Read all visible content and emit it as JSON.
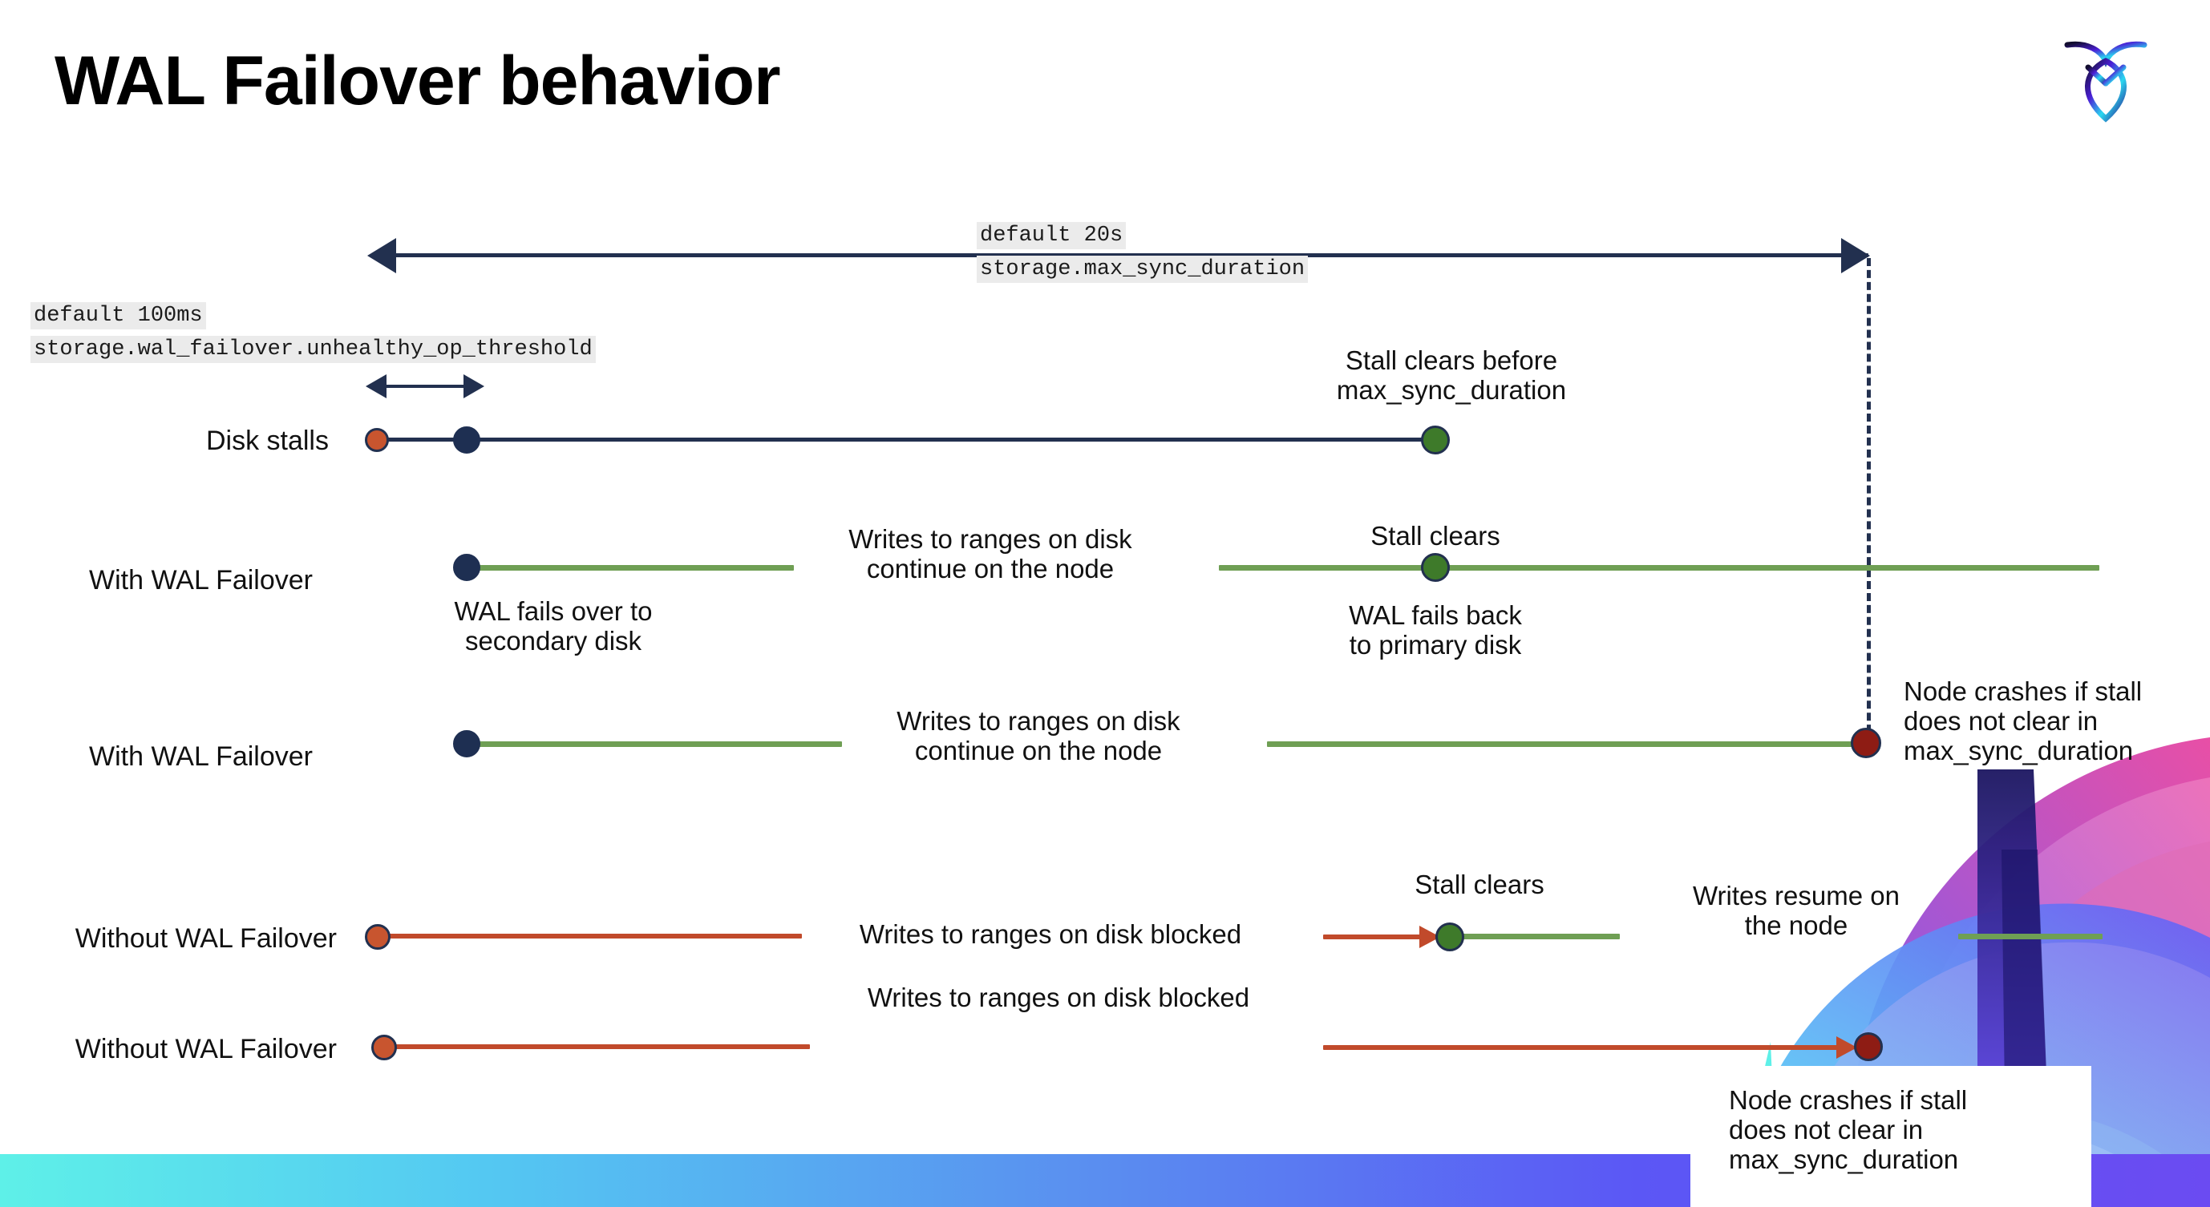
{
  "slide": {
    "title": "WAL Failover behavior",
    "logo_name": "cockroachdb-logo"
  },
  "settings": {
    "max_sync": {
      "default_line": "default 20s",
      "setting_line": "storage.max_sync_duration"
    },
    "unhealthy_threshold": {
      "default_line": "default 100ms",
      "setting_line": "storage.wal_failover.unhealthy_op_threshold"
    }
  },
  "rows": [
    {
      "label": "Disk stalls",
      "annotation": "Stall clears before\nmax_sync_duration"
    },
    {
      "label": "With WAL Failover",
      "note_left": "WAL fails over to\nsecondary disk",
      "note_mid": "Writes to ranges on disk\ncontinue on the node",
      "note_clear": "Stall clears",
      "note_back": "WAL fails  back\nto primary disk"
    },
    {
      "label": "With WAL Failover",
      "note_mid": "Writes to ranges on disk\ncontinue on the node",
      "note_crash": "Node crashes if stall\ndoes not clear in\nmax_sync_duration"
    },
    {
      "label": "Without WAL Failover",
      "note_mid": "Writes to ranges on disk  blocked",
      "note_clear": "Stall clears",
      "note_resume": "Writes resume on\nthe node"
    },
    {
      "label": "Without WAL Failover",
      "note_mid": "Writes to ranges on disk  blocked",
      "note_crash": "Node crashes if stall\ndoes not clear in\nmax_sync_duration"
    }
  ],
  "colors": {
    "navy": "#22304f",
    "green_line": "#6f9f54",
    "red_line": "#c14a2b",
    "dot_orange": "#c8552f",
    "dot_navy": "#1e2f52",
    "dot_green": "#3e7a2a",
    "dot_darkred": "#8e1c14",
    "code_bg": "#ebebeb",
    "bottom_bar_start": "#5ef0e8",
    "bottom_bar_end": "#6b4bf2"
  }
}
